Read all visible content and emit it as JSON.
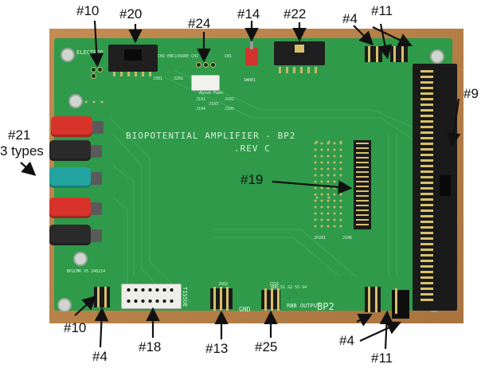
{
  "callouts": {
    "c10_top": "#10",
    "c20": "#20",
    "c24": "#24",
    "c14": "#14",
    "c22": "#22",
    "c4_top": "#4",
    "c11_top": "#11",
    "c9": "#9",
    "c21": "#21",
    "c21_sub": "3 types",
    "c19": "#19",
    "c10_bottom": "#10",
    "c4_bottom_left": "#4",
    "c18": "#18",
    "c13": "#13",
    "c25": "#25",
    "c4_bottom_right": "#4",
    "c11_bottom": "#11"
  },
  "board": {
    "title": "BIOPOTENTIAL AMPLIFIER - BP2",
    "revision": ".REV C",
    "above_pads": "Above Pads",
    "gnd": "GND",
    "rbb_output": "RBB OUTPUT",
    "bp2": "BP2",
    "electrode": "ELECTROD",
    "enclosure": "CH2 ENCLOSURE CH2",
    "ch1": "CH1",
    "tissue": "TISSUE",
    "sw801": "SW801",
    "j301": "J301",
    "j201": "J201",
    "j101": "J101",
    "j102": "J102",
    "j103": "J103",
    "j104": "J104",
    "j105": "J105",
    "jp201": "JP201",
    "j106": "J106",
    "j602": "J602",
    "j310": "J310",
    "hdr": "HDR-S1  S2  S3  S4",
    "corner": "BP2CMR V5 240214"
  },
  "colors": {
    "pcb": "#2e9a4a",
    "wood": "#b8804a",
    "jack_red": "#d8332b",
    "jack_black": "#2a2a2a",
    "jack_teal": "#23a3a0"
  }
}
